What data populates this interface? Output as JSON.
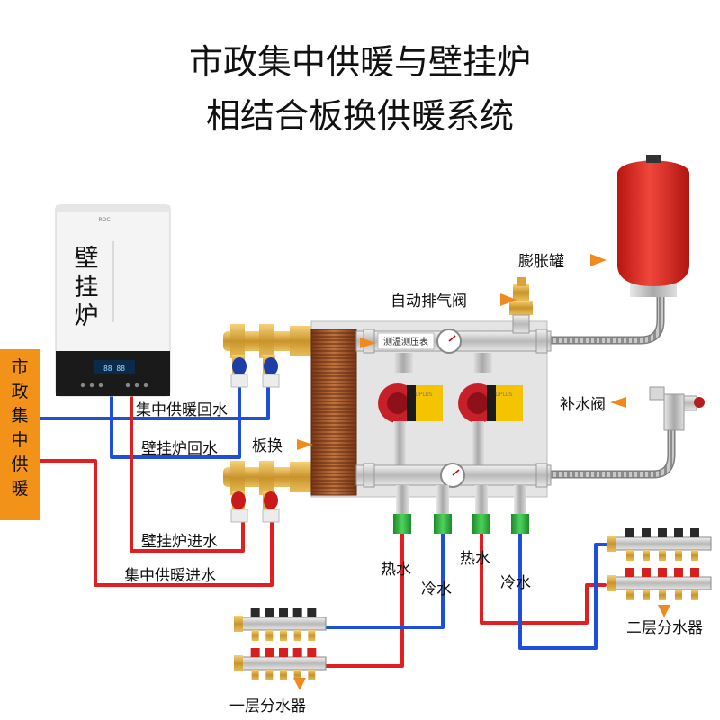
{
  "title": {
    "line1": "市政集中供暖与壁挂炉",
    "line2": "相结合板换供暖系统"
  },
  "boiler": {
    "brand": "ROC",
    "label": "壁挂炉"
  },
  "city_heating": {
    "label": "市政集中供暖"
  },
  "components": {
    "expansion_tank": "膨胀罐",
    "auto_vent": "自动排气阀",
    "temp_pressure_gauge": "测温测压表",
    "refill_valve": "补水阀",
    "plate_exchanger": "板换",
    "pump_brand": "UPLUS"
  },
  "pipes": {
    "central_return": "集中供暖回水",
    "boiler_return": "壁挂炉回水",
    "boiler_supply": "壁挂炉进水",
    "central_supply": "集中供暖进水",
    "hot_1": "热水",
    "cold_1": "冷水",
    "hot_2": "热水",
    "cold_2": "冷水"
  },
  "manifolds": {
    "floor1": "一层分水器",
    "floor2": "二层分水器"
  },
  "colors": {
    "hot_pipe": "#e02020",
    "cold_pipe": "#1f4fd6",
    "arrow": "#f08a1c",
    "city_box": "#f39219",
    "tank": "#e42c24",
    "pump": "#c8202a"
  },
  "icons": [
    "arrow-right-icon",
    "arrow-left-icon",
    "arrow-down-icon",
    "gauge-icon",
    "pump-icon",
    "valve-icon"
  ]
}
